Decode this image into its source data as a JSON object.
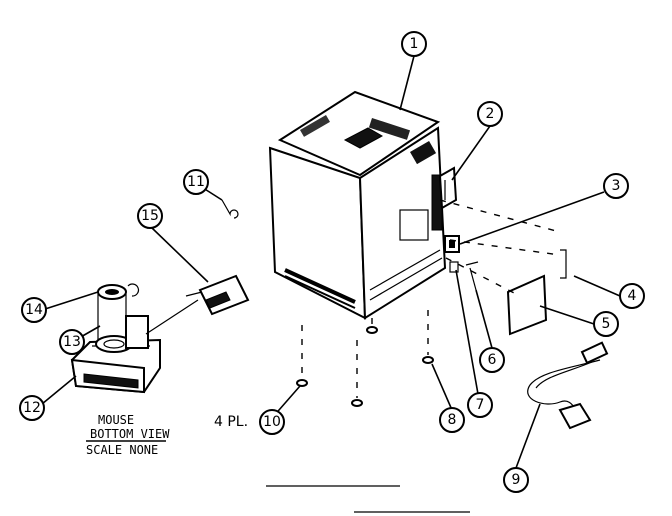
{
  "callouts": [
    "1",
    "2",
    "3",
    "4",
    "5",
    "6",
    "7",
    "8",
    "9",
    "10",
    "11",
    "12",
    "13",
    "14",
    "15"
  ],
  "notes": {
    "quantity": "4 PL.",
    "mouse_line1": "MOUSE",
    "mouse_line2": "BOTTOM VIEW",
    "scale": "SCALE NONE"
  }
}
